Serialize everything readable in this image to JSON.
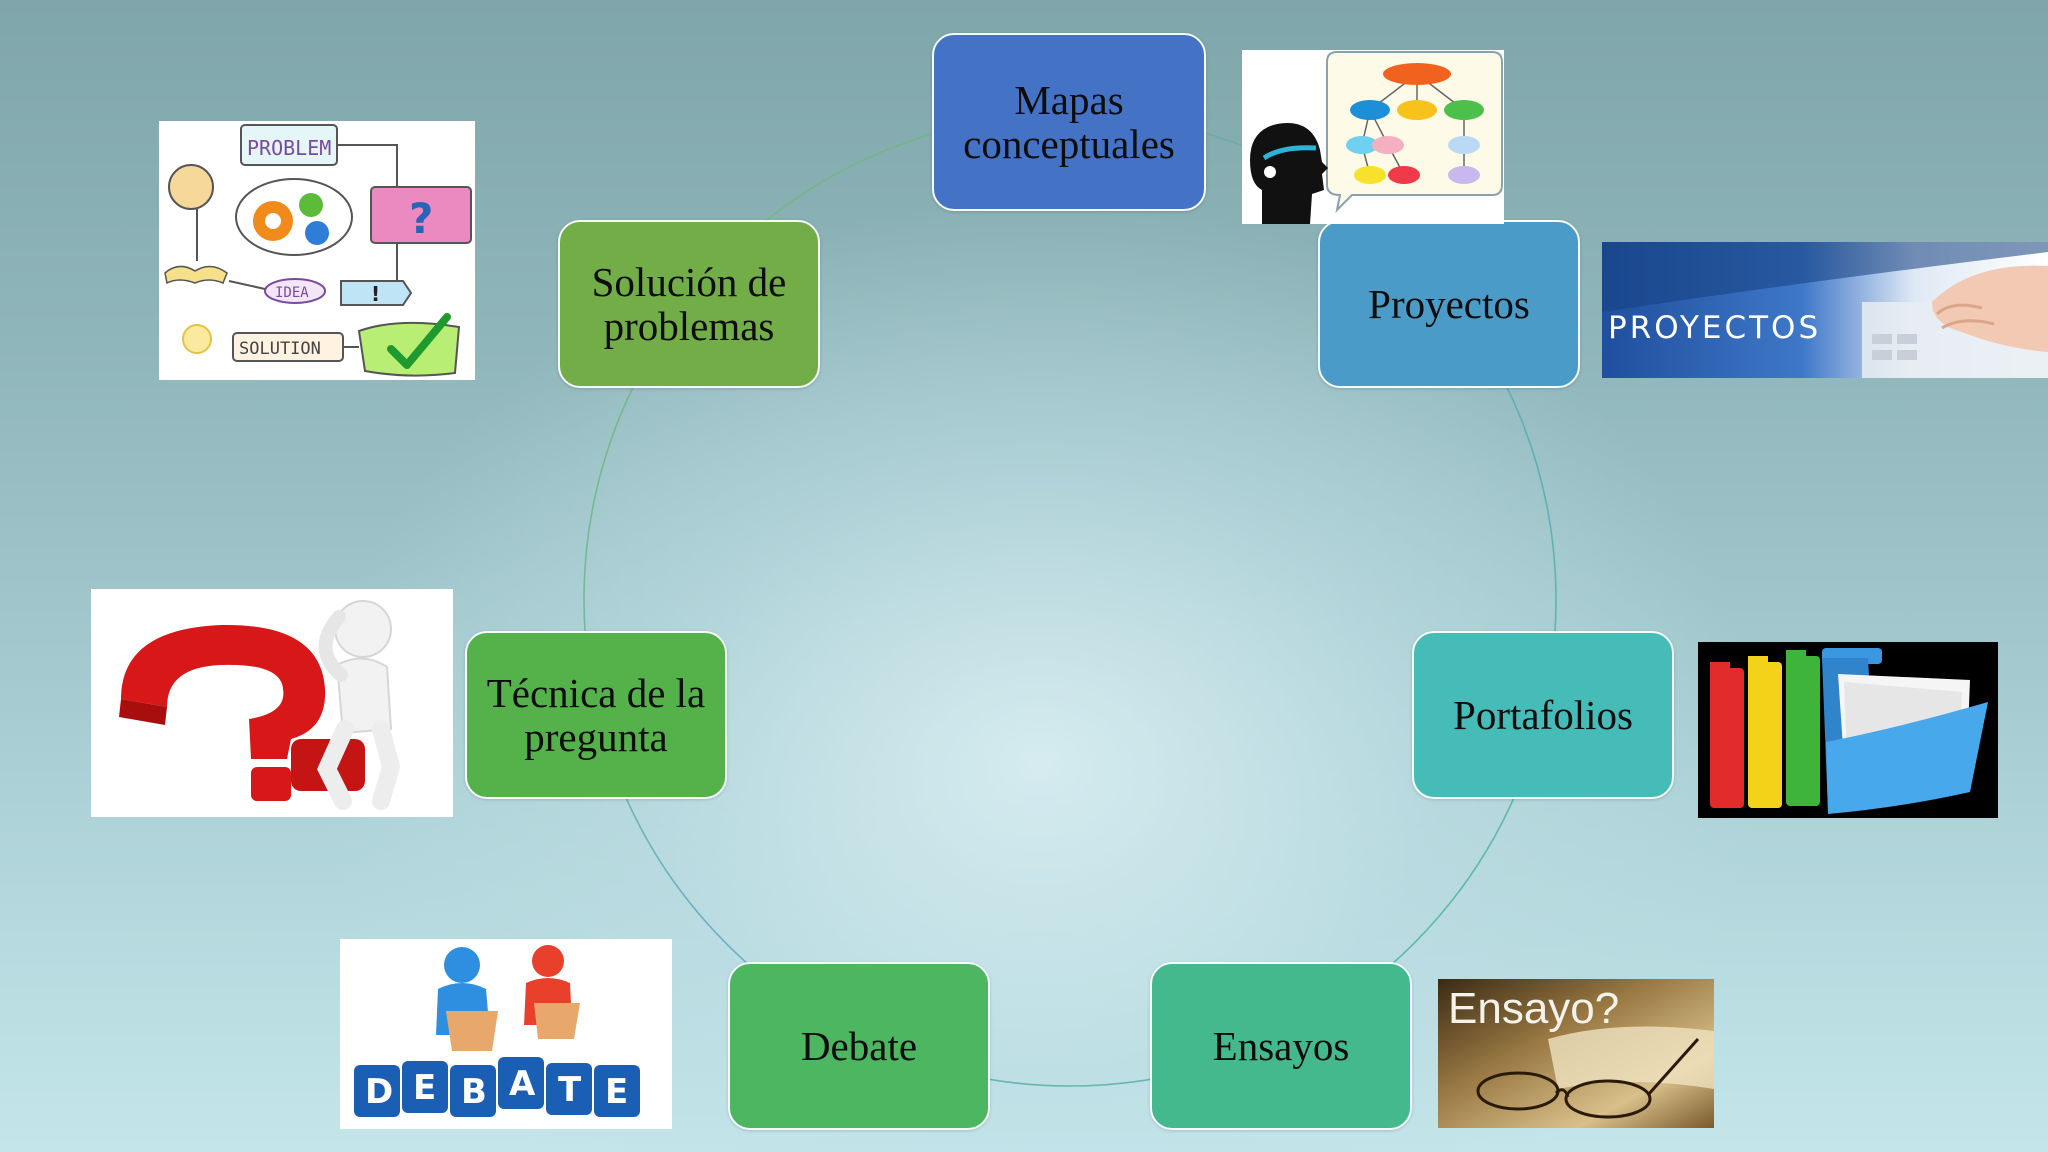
{
  "diagram": {
    "nodes": [
      {
        "id": "mapas",
        "label": "Mapas conceptuales",
        "color": "#4472c4"
      },
      {
        "id": "proyectos",
        "label": "Proyectos",
        "color": "#4a9bc8"
      },
      {
        "id": "portafolios",
        "label": "Portafolios",
        "color": "#45bcb8"
      },
      {
        "id": "ensayos",
        "label": "Ensayos",
        "color": "#44b98e"
      },
      {
        "id": "debate",
        "label": "Debate",
        "color": "#4cb660"
      },
      {
        "id": "pregunta",
        "label": "Técnica de la pregunta",
        "color": "#55b14a"
      },
      {
        "id": "solucion",
        "label": "Solución de problemas",
        "color": "#72ad47"
      }
    ]
  },
  "images": {
    "problem": {
      "problem": "PROBLEM",
      "idea": "IDEA",
      "solution": "SOLUTION"
    },
    "proyectos": {
      "banner": "PROYECTOS"
    },
    "debate": {
      "letters": [
        "D",
        "E",
        "B",
        "A",
        "T",
        "E"
      ]
    },
    "ensayo": {
      "title": "Ensayo?"
    }
  }
}
